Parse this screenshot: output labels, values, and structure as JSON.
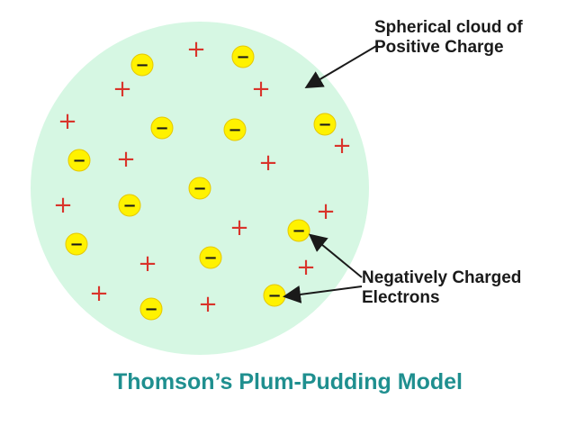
{
  "labels": {
    "cloud_line1": "Spherical cloud of",
    "cloud_line2": "Positive Charge",
    "electron_line1": "Negatively Charged",
    "electron_line2": "Electrons"
  },
  "title": "Thomson’s Plum-Pudding Model",
  "symbols": {
    "positive": "+",
    "electron": "−"
  },
  "colors": {
    "cloud": "#d6f7e3",
    "positive": "#d9342b",
    "electron_fill": "#fff200",
    "electron_stroke": "#e6c800",
    "title": "#1f8f8f",
    "arrow": "#1a1a1a"
  }
}
